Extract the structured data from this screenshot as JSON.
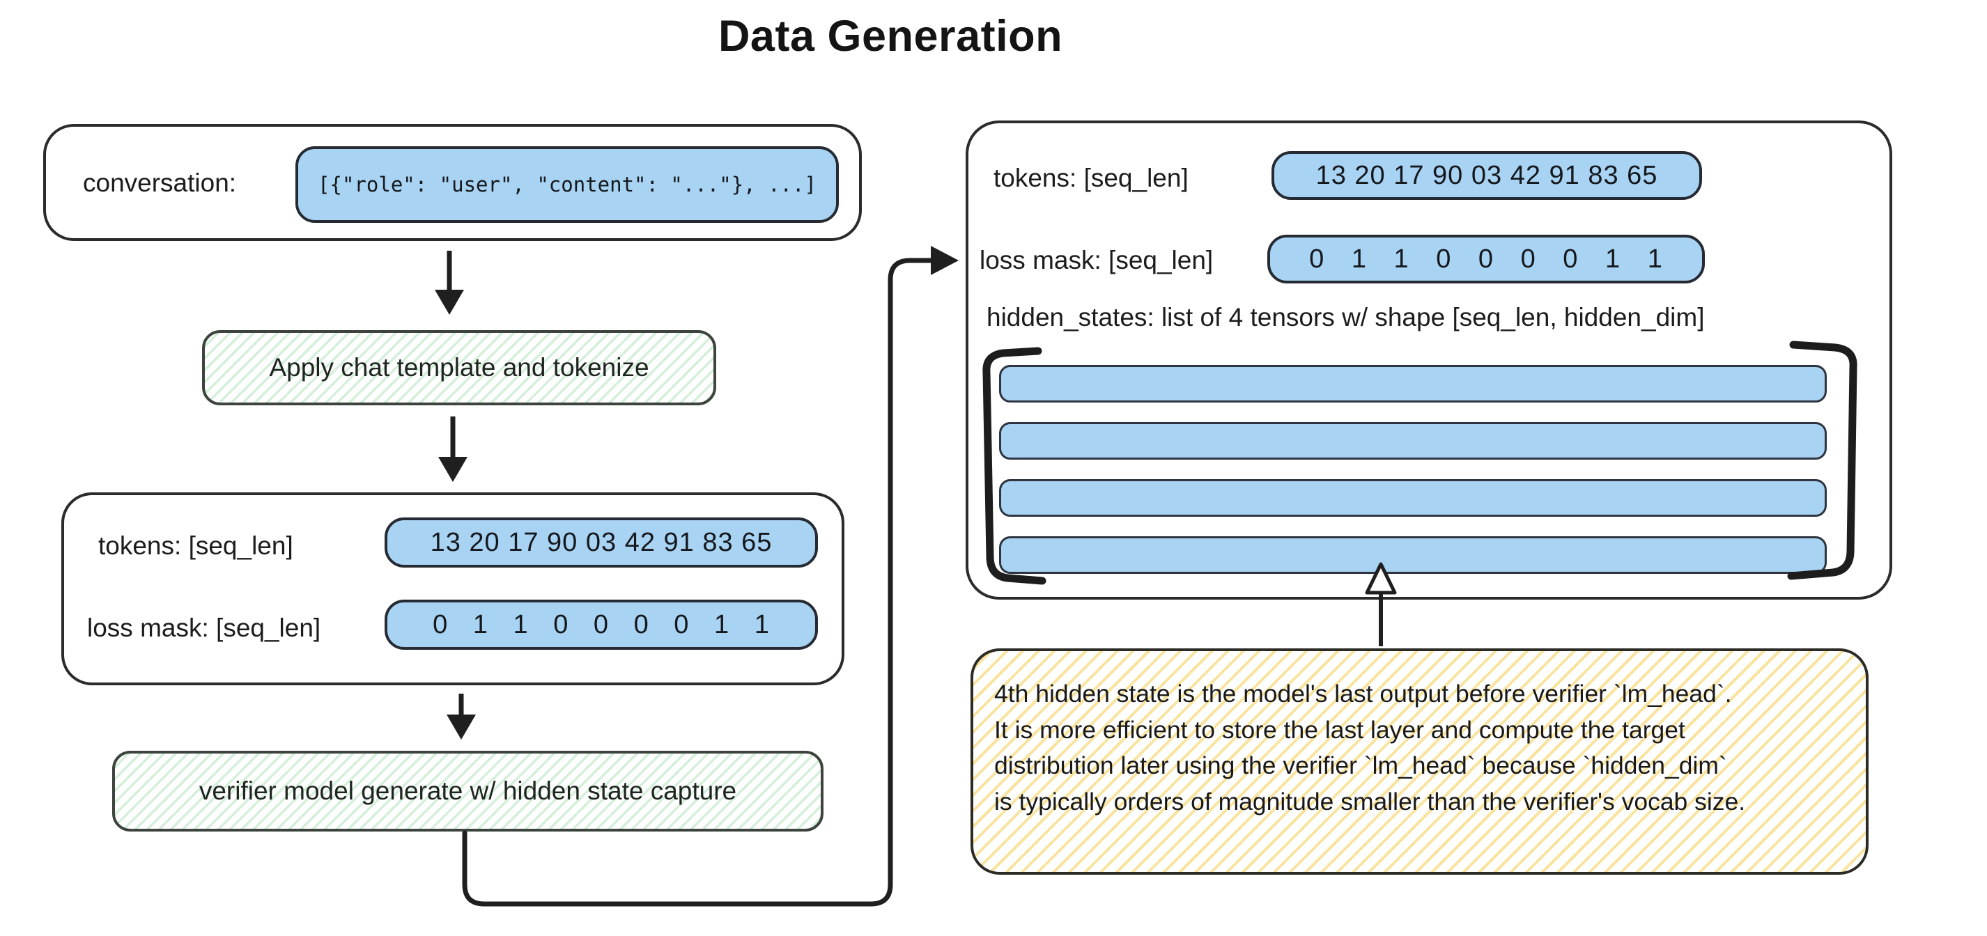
{
  "title": "Data Generation",
  "colors": {
    "stroke": "#2b2b2b",
    "pill_fill": "#a8d3f3",
    "green_hatch": "#d5efda",
    "yellow_hatch": "#f8e49e"
  },
  "left_flow": {
    "conversation_box": {
      "label": "conversation:",
      "code": "[{\"role\": \"user\", \"content\": \"...\"}, ...]"
    },
    "step1_label": "Apply chat template and tokenize",
    "tokens_box": {
      "tokens_label": "tokens: [seq_len]",
      "tokens_values": "13 20 17 90 03 42 91 83 65",
      "loss_mask_label": "loss mask: [seq_len]",
      "loss_mask_values": "0 1 1 0 0 0 0 1 1"
    },
    "step2_label": "verifier model generate w/ hidden state capture"
  },
  "right_panel": {
    "tokens_label": "tokens: [seq_len]",
    "tokens_values": "13 20 17 90 03 42 91 83 65",
    "loss_mask_label": "loss mask: [seq_len]",
    "loss_mask_values": "0 1 1 0 0 0 0 1 1",
    "hidden_states_label": "hidden_states: list of 4 tensors w/ shape [seq_len, hidden_dim]",
    "num_tensors": 4
  },
  "note": {
    "lines": [
      "4th hidden state is the model's last output before verifier `lm_head`.",
      "It is more efficient to store the last layer and compute the target",
      "distribution later using the verifier `lm_head` because `hidden_dim`",
      "is typically orders of magnitude smaller than the verifier's vocab size."
    ]
  }
}
